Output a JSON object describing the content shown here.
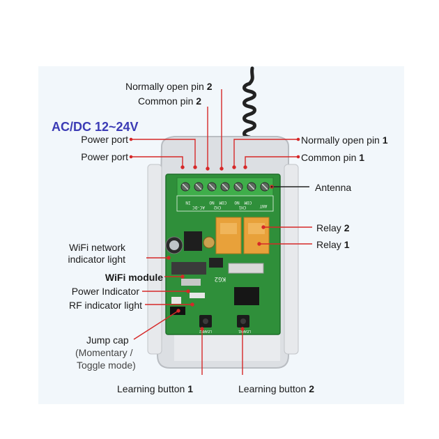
{
  "title": "AC/DC 12~24V",
  "labels": {
    "no_pin_2_prefix": "Normally open pin ",
    "no_pin_2_num": "2",
    "com_pin_2_prefix": "Common pin ",
    "com_pin_2_num": "2",
    "power_port_1": "Power port",
    "power_port_2": "Power port",
    "no_pin_1_prefix": "Normally open pin ",
    "no_pin_1_num": "1",
    "com_pin_1_prefix": "Common pin ",
    "com_pin_1_num": "1",
    "antenna": "Antenna",
    "relay_2_prefix": "Relay ",
    "relay_2_num": "2",
    "relay_1_prefix": "Relay ",
    "relay_1_num": "1",
    "wifi_net_line1": "WiFi network",
    "wifi_net_line2": "indicator light",
    "wifi_module": "WiFi module",
    "power_indicator": "Power Indicator",
    "rf_indicator": "RF indicator light",
    "jump_cap": "Jump cap",
    "jump_mode_line1": "(Momentary /",
    "jump_mode_line2": "Toggle mode)",
    "learn_btn_1_prefix": "Learning button ",
    "learn_btn_1_num": "1",
    "learn_btn_2_prefix": "Learning button ",
    "learn_btn_2_num": "2"
  },
  "board": {
    "terminal_labels": [
      "IN",
      "AC-DC",
      "NO",
      "COM",
      "NO",
      "COM",
      "ANT"
    ],
    "group_labels": [
      "CH2",
      "CH1"
    ],
    "chip_label": "KG2",
    "learn_label_left": "LEARN2",
    "learn_label_right": "LEARN1"
  },
  "colors": {
    "title": "#3b3bb5",
    "leader": "#d62828",
    "pcb": "#2f8f3a",
    "terminal": "#3fae4a",
    "relay": "#e8a13a"
  }
}
